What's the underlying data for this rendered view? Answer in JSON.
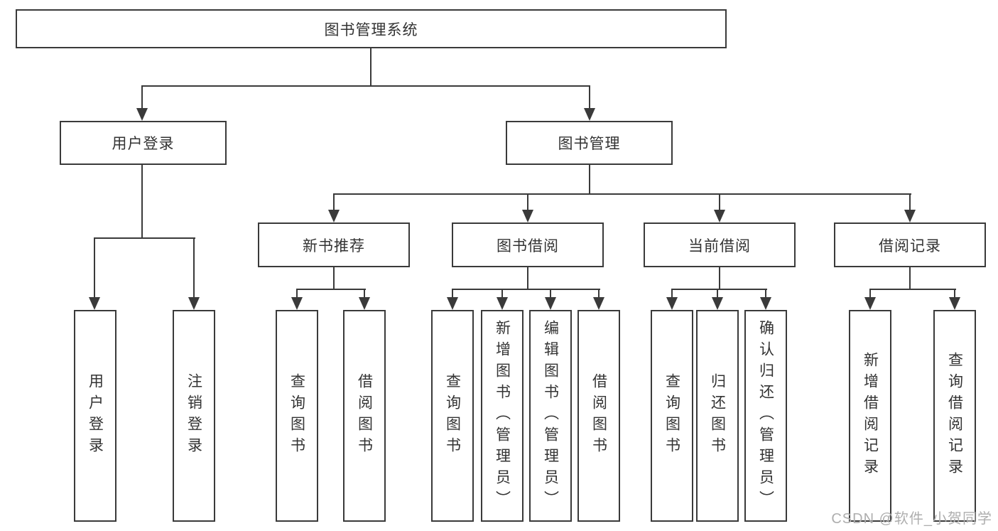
{
  "tree": {
    "root": {
      "label": "图书管理系统"
    },
    "children": [
      {
        "label": "用户登录",
        "leaves": [
          {
            "label": "用户登录"
          },
          {
            "label": "注销登录"
          }
        ]
      },
      {
        "label": "图书管理",
        "children": [
          {
            "label": "新书推荐",
            "leaves": [
              {
                "label": "查询图书"
              },
              {
                "label": "借阅图书"
              }
            ]
          },
          {
            "label": "图书借阅",
            "leaves": [
              {
                "label": "查询图书"
              },
              {
                "label": "新增图书（管理员）"
              },
              {
                "label": "编辑图书（管理员）"
              },
              {
                "label": "借阅图书"
              }
            ]
          },
          {
            "label": "当前借阅",
            "leaves": [
              {
                "label": "查询图书"
              },
              {
                "label": "归还图书"
              },
              {
                "label": "确认归还（管理员）"
              }
            ]
          },
          {
            "label": "借阅记录",
            "leaves": [
              {
                "label": "新增借阅记录"
              },
              {
                "label": "查询借阅记录"
              }
            ]
          }
        ]
      }
    ]
  },
  "watermark": {
    "text": "CSDN @软件_小贺同学"
  },
  "colors": {
    "line": "#3a3a3a",
    "text": "#333333",
    "fill": "#ffffff",
    "wm": "#aeaeae"
  }
}
